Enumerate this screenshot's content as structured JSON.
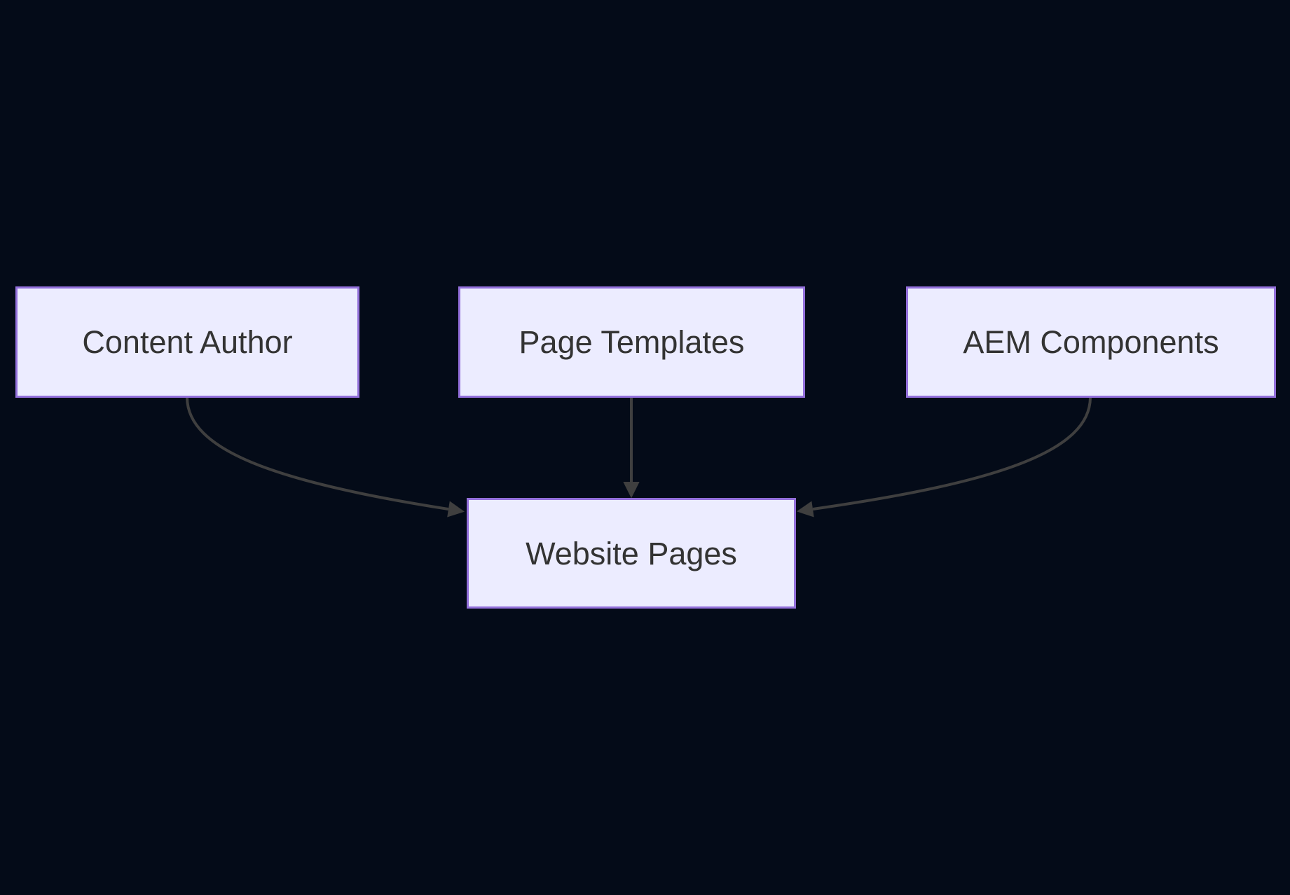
{
  "diagram": {
    "type": "flowchart",
    "direction": "top-down",
    "colors": {
      "background": "#040b18",
      "node_fill": "#ececff",
      "node_border": "#9370db",
      "node_text": "#333333",
      "edge": "#3f3f3f"
    },
    "nodes": [
      {
        "id": "content-author",
        "label": "Content Author"
      },
      {
        "id": "page-templates",
        "label": "Page Templates"
      },
      {
        "id": "aem-components",
        "label": "AEM Components"
      },
      {
        "id": "website-pages",
        "label": "Website Pages"
      }
    ],
    "edges": [
      {
        "from": "Content Author",
        "to": "Website Pages",
        "style": "curved-right-down"
      },
      {
        "from": "Page Templates",
        "to": "Website Pages",
        "style": "straight-down"
      },
      {
        "from": "AEM Components",
        "to": "Website Pages",
        "style": "curved-left-down"
      }
    ]
  }
}
